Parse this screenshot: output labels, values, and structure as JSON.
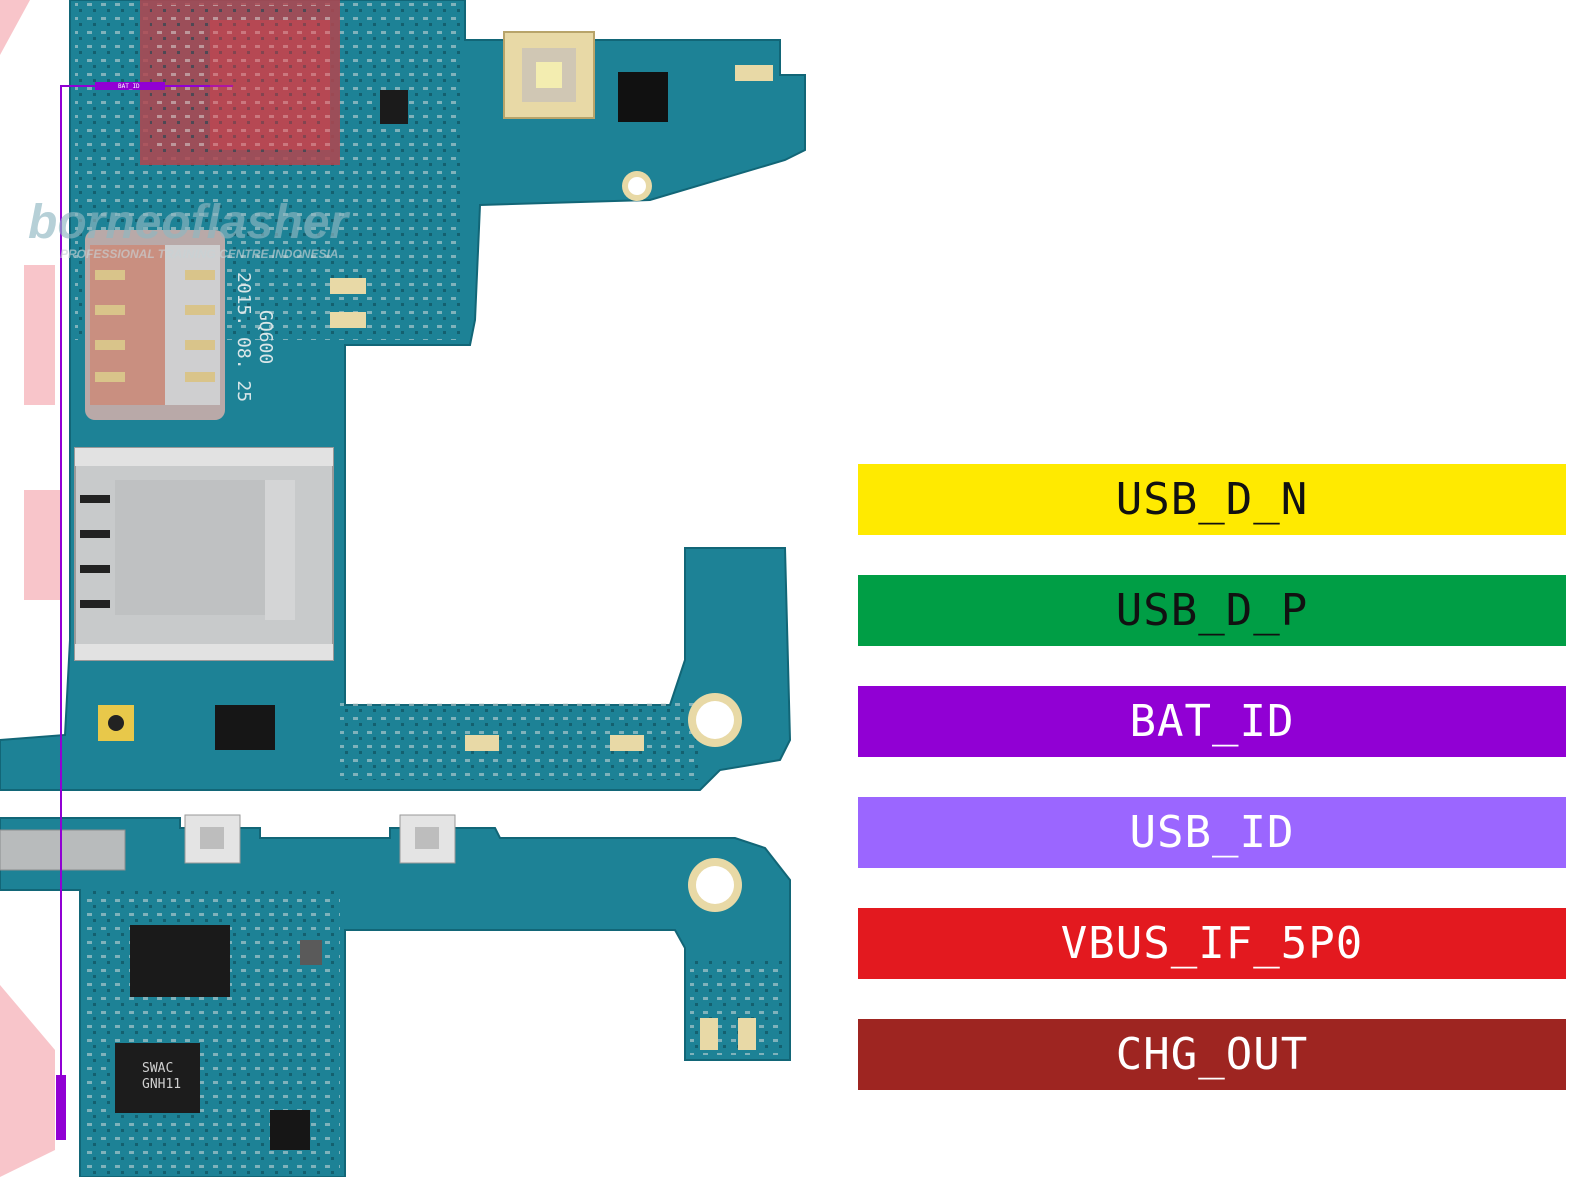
{
  "legend": [
    {
      "label": "USB_D_N",
      "bg": "#FFEA00",
      "fg": "#111111"
    },
    {
      "label": "USB_D_P",
      "bg": "#009E45",
      "fg": "#111111"
    },
    {
      "label": "BAT_ID",
      "bg": "#9100D4",
      "fg": "#ffffff"
    },
    {
      "label": "USB_ID",
      "bg": "#9B66FF",
      "fg": "#ffffff"
    },
    {
      "label": "VBUS_IF_5P0",
      "bg": "#E3191F",
      "fg": "#ffffff"
    },
    {
      "label": "CHG_OUT",
      "bg": "#9E2521",
      "fg": "#ffffff"
    }
  ],
  "board": {
    "watermark_brand": "borneoflasher",
    "watermark_tagline": "PROFESSIONAL TRAINING CENTRE INDONESIA",
    "pcb_code": "GQ600",
    "pcb_date": "2015. 08. 25",
    "chip_marking_1": "SWAC",
    "chip_marking_2": "GNH11",
    "trace_label": "BAT_ID"
  },
  "colors": {
    "pcb": "#1D8296",
    "pcb_dark": "#126677",
    "metal": "#C8CACB",
    "gold": "#D9C48A",
    "trace": "#9100D4"
  }
}
